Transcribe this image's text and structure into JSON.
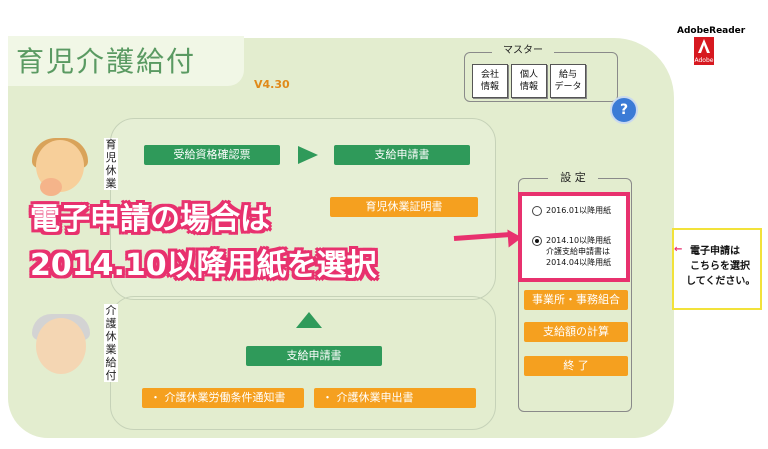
{
  "app": {
    "title": "育児介護給付",
    "version": "V4.30"
  },
  "master": {
    "label": "マスター",
    "buttons": [
      {
        "line1": "会社",
        "line2": "情報"
      },
      {
        "line1": "個人",
        "line2": "情報"
      },
      {
        "line1": "給与",
        "line2": "データ"
      }
    ]
  },
  "help": {
    "label": "?"
  },
  "adobe": {
    "label": "AdobeReader",
    "logo_text": "Adobe"
  },
  "childcare": {
    "vertical_label": "育児休業",
    "btn_qualification": "受給資格確認票",
    "btn_application": "支給申請書",
    "btn_certificate": "育児休業証明書"
  },
  "nursing": {
    "vertical_label": "介護休業給付",
    "btn_application": "支給申請書",
    "btn_notice": "・ 介護休業労働条件通知書",
    "btn_request": "・ 介護休業申出書"
  },
  "settings": {
    "label": "設 定",
    "options": [
      {
        "text": "2016.01以降用紙",
        "selected": false
      },
      {
        "text": "2014.10以降用紙",
        "sub1": "介護支給申請書は",
        "sub2": "2014.04以降用紙",
        "selected": true
      }
    ],
    "btn_office": "事業所・事務組合",
    "btn_calc": "支給額の計算",
    "btn_exit": "終 了"
  },
  "annotation": {
    "line1": "電子申請の場合は",
    "line2": "2014.10以降用紙を選択"
  },
  "note": {
    "arrow": "←",
    "line1": "電子申請は",
    "line2": "こちらを選択",
    "line3": "してください。"
  },
  "colors": {
    "panel": "#e3edcf",
    "green_button": "#2f9a5a",
    "orange_button": "#f5a01f",
    "highlight": "#e8316e",
    "note_border": "#f2e23a"
  }
}
